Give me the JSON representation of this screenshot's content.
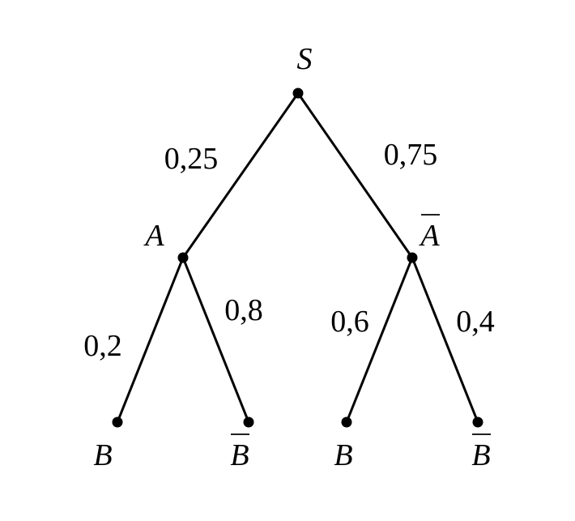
{
  "tree": {
    "nodes": {
      "root": "S",
      "level1_left": "A",
      "level1_right": "A",
      "leaf_1": "B",
      "leaf_2": "B",
      "leaf_3": "B",
      "leaf_4": "B"
    },
    "complement_marked": [
      "level1_right",
      "leaf_2",
      "leaf_4"
    ],
    "probabilities": {
      "root_to_A": "0,25",
      "root_to_A_bar": "0,75",
      "A_to_B": "0,2",
      "A_to_B_bar": "0,8",
      "A_bar_to_B": "0,6",
      "A_bar_to_B_bar": "0,4"
    },
    "colors": {
      "ink": "#000000",
      "background": "#ffffff"
    }
  }
}
